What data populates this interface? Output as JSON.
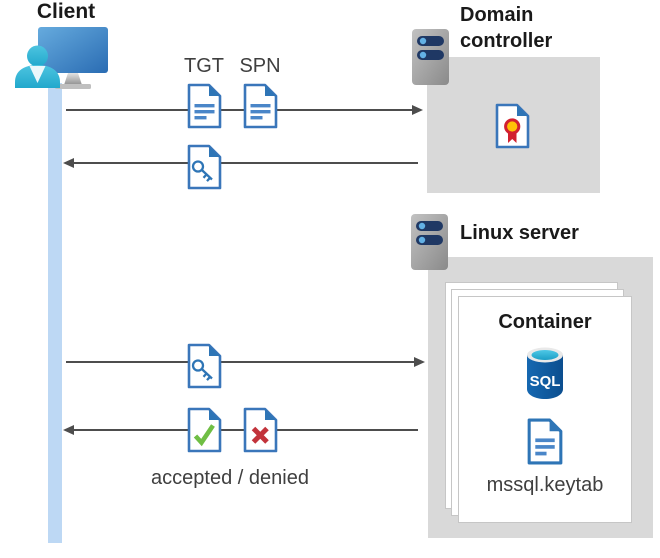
{
  "client": {
    "label": "Client"
  },
  "domain_controller": {
    "label": "Domain controller"
  },
  "linux_server": {
    "label": "Linux server"
  },
  "container": {
    "label": "Container",
    "sql_badge": "SQL",
    "keytab_label": "mssql.keytab"
  },
  "flow_labels": {
    "tgt": "TGT",
    "spn": "SPN",
    "result": "accepted / denied"
  },
  "icons": {
    "client": "user-at-monitor-icon",
    "domain_controller": "server-icon",
    "linux_server": "server-icon",
    "certificate": "certificate-document-icon",
    "tgt": "document-icon",
    "spn": "document-icon",
    "key_request": "key-document-icon",
    "accepted": "check-document-icon",
    "denied": "cross-document-icon",
    "sql": "sql-database-icon",
    "keytab": "document-icon"
  },
  "colors": {
    "doc_border_blue": "#3A76BA",
    "doc_fold_blue": "#2E75B6",
    "doc_lines_blue": "#4A86C8",
    "box_gray": "#D9D9D9",
    "lifeline_blue": "#BDD8F4",
    "arrow_gray": "#4D4D4D",
    "check_green": "#6FBE44",
    "cross_red": "#C2333B",
    "cert_gold": "#FFC107",
    "cert_red": "#D2202F",
    "sql_blue": "#0E62AB",
    "sql_cyan": "#35BEDD",
    "server_bar_navy": "#1F3864",
    "server_dot_blue": "#63B1E5",
    "monitor_blue": "#2D6FB6",
    "person_cyan": "#29ABCD",
    "title_text": "#1A1A1A",
    "annotation_text": "#3F3F3F"
  }
}
